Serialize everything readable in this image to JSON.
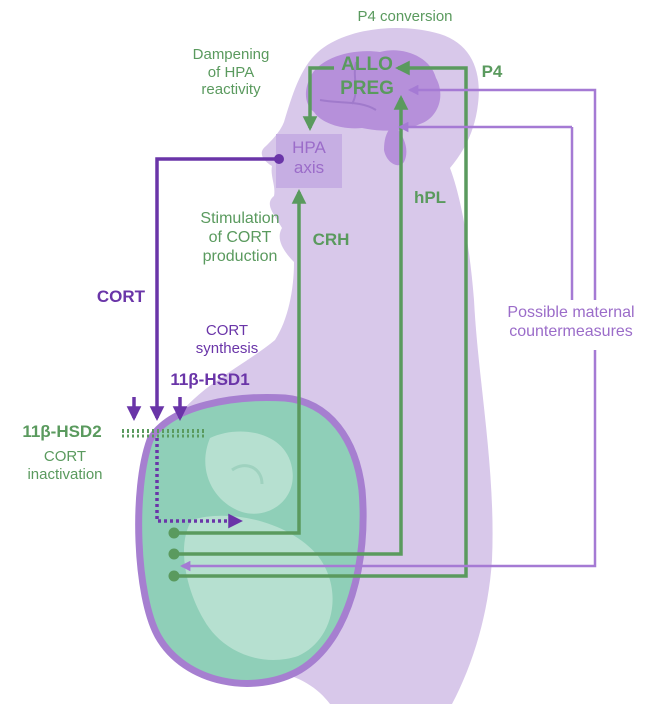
{
  "labels": {
    "p4_conversion": "P4 conversion",
    "dampening": [
      "Dampening",
      "of HPA",
      "reactivity"
    ],
    "allo": "ALLO",
    "preg": "PREG",
    "p4": "P4",
    "hpa_axis": [
      "HPA",
      "axis"
    ],
    "hpl": "hPL",
    "stimulation": [
      "Stimulation",
      "of CORT",
      "production"
    ],
    "crh": "CRH",
    "cort": "CORT",
    "cort_synthesis": [
      "CORT",
      "synthesis"
    ],
    "hsd1": "11β-HSD1",
    "hsd2": "11β-HSD2",
    "cort_inactivation": [
      "CORT",
      "inactivation"
    ],
    "countermeasures": [
      "Possible maternal",
      "countermeasures"
    ]
  },
  "colors": {
    "body_fill": "#d8c8ea",
    "brain_fill": "#b690da",
    "hpa_box": "#c6aee3",
    "womb_fill": "#8fcfb8",
    "womb_rim": "#a67fd0",
    "fetus_fill": "#b6e0d0",
    "green_arrow": "#5a9a5e",
    "purple_arrow": "#6a35a8",
    "lavender_arrow": "#a57ad4"
  }
}
